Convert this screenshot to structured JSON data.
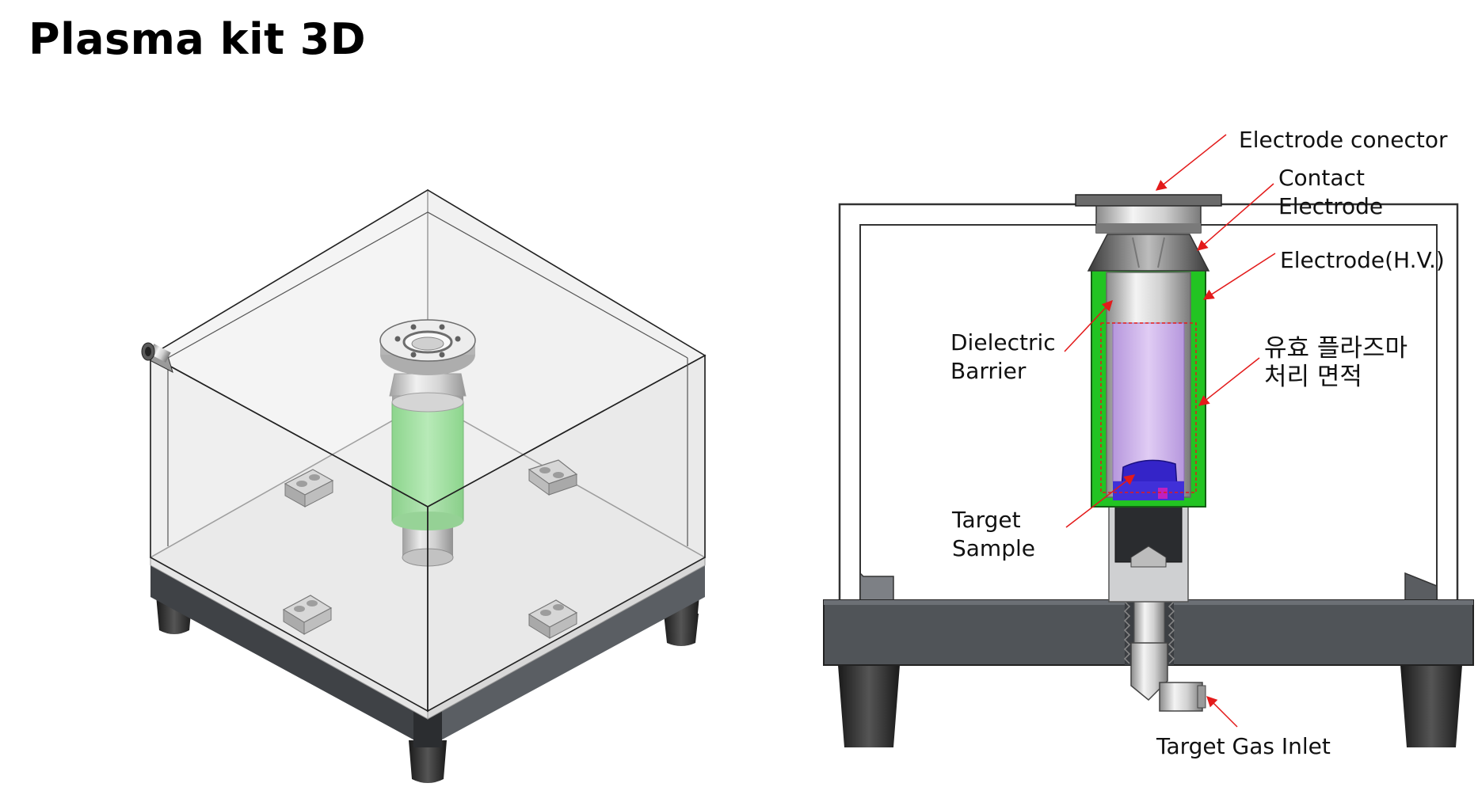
{
  "title": "Plasma kit 3D",
  "labels": {
    "electrode_connector": "Electrode conector",
    "contact_electrode_line1": "Contact",
    "contact_electrode_line2": "Electrode",
    "electrode_hv": "Electrode(H.V.)",
    "dielectric_line1": "Dielectric",
    "dielectric_line2": "Barrier",
    "effective_area_line1": "유효 플라즈마",
    "effective_area_line2": "처리 면적",
    "target_sample_line1": "Target",
    "target_sample_line2": "Sample",
    "target_gas_inlet": "Target Gas Inlet"
  },
  "colors": {
    "arrow": "#e31a1a",
    "electrode_hv": "#22c422",
    "dielectric": "#c9a8e8",
    "sample": "#3424c8",
    "base": "#505458",
    "box_edge": "#333333"
  }
}
